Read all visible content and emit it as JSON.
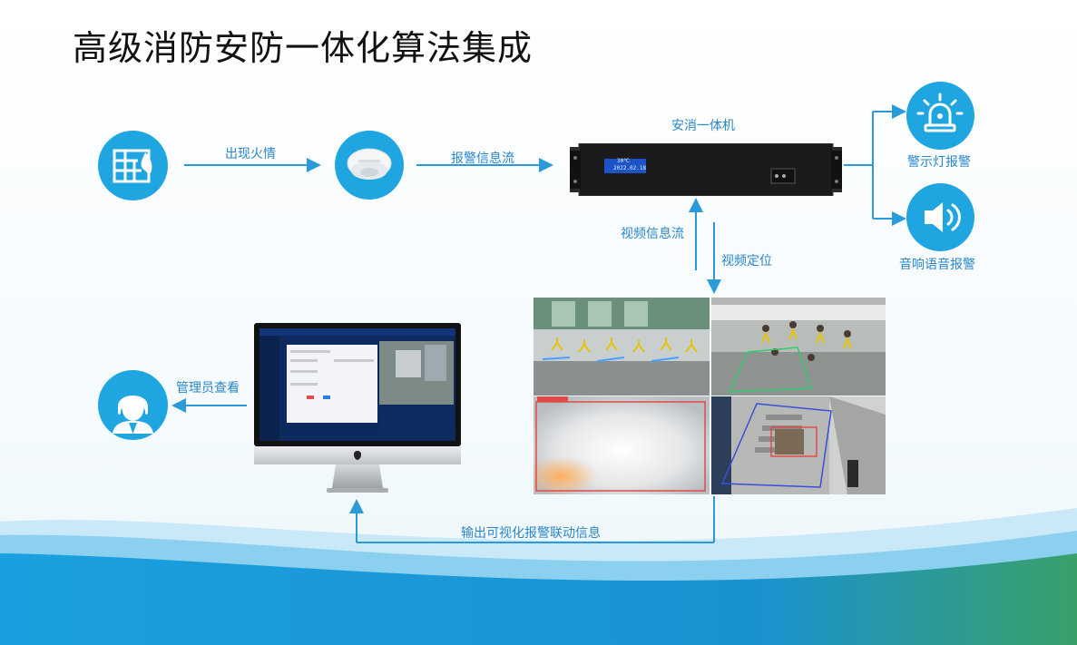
{
  "page": {
    "title": "高级消防安防一体化算法集成"
  },
  "flow": {
    "fire_label": "出现火情",
    "alarm_stream_label": "报警信息流",
    "machine_label": "安消一体机",
    "video_stream_label": "视频信息流",
    "video_locate_label": "视频定位",
    "admin_label": "管理员查看",
    "output_label": "输出可视化报警联动信息"
  },
  "outputs": {
    "warning_light_label": "警示灯报警",
    "voice_alarm_label": "音响语音报警"
  },
  "device": {
    "display_line1": "30℃",
    "display_line2": "2022.02.18"
  },
  "icons": {
    "fire": "building-fire-icon",
    "detector": "smoke-detector-icon",
    "light": "alarm-light-icon",
    "speaker": "speaker-icon",
    "admin": "admin-avatar-icon",
    "monitor": "imac-monitor-icon"
  },
  "colors": {
    "accent": "#1fa5e0",
    "line": "#2a9bd8",
    "text_blue": "#2a86c9",
    "wave_top": "#c7e7f7",
    "wave_main": "#1a97d8"
  }
}
